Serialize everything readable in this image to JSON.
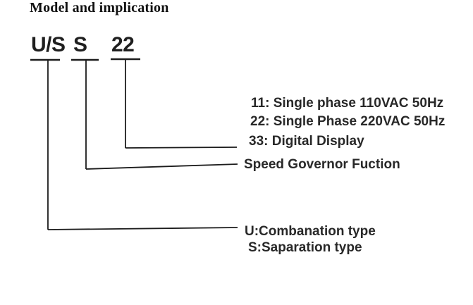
{
  "title": "Model and implication",
  "model_code": {
    "part_type": "U/S",
    "part_governor": "S",
    "part_voltage": "22"
  },
  "legend": {
    "voltage_options": [
      "11: Single phase 110VAC 50Hz",
      "22: Single Phase 220VAC 50Hz",
      "33: Digital Display"
    ],
    "governor_label": "Speed Governor Fuction",
    "type_options": [
      "U:Combanation type",
      "S:Saparation type"
    ]
  },
  "colors": {
    "ink": "#1c1c1c",
    "background": "#ffffff"
  }
}
